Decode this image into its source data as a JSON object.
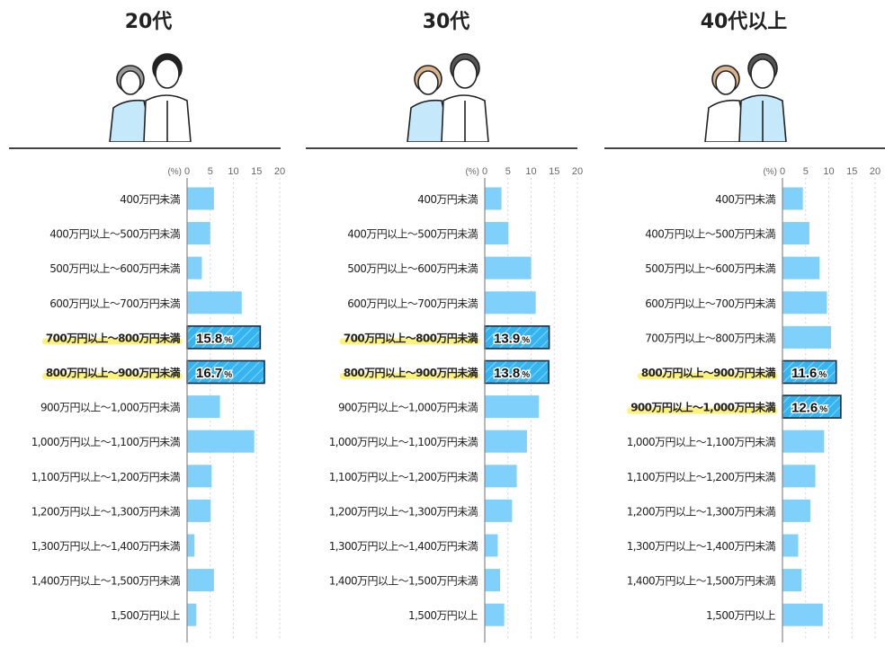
{
  "chart_data": [
    {
      "type": "bar",
      "title": "20代",
      "unit_label": "(%)",
      "xlim": [
        0,
        20
      ],
      "ticks": [
        "0",
        "5",
        "10",
        "15",
        "20"
      ],
      "grid": true,
      "categories": [
        "400万円未満",
        "400万円以上～500万円未満",
        "500万円以上～600万円未満",
        "600万円以上～700万円未満",
        "700万円以上～800万円未満",
        "800万円以上～900万円未満",
        "900万円以上～1,000万円未満",
        "1,000万円以上～1,100万円未満",
        "1,100万円以上～1,200万円未満",
        "1,200万円以上～1,300万円未満",
        "1,300万円以上～1,400万円未満",
        "1,400万円以上～1,500万円未満",
        "1,500万円以上"
      ],
      "values": [
        5.8,
        5.0,
        3.2,
        11.8,
        15.8,
        16.7,
        7.1,
        14.5,
        5.3,
        5.1,
        1.6,
        5.8,
        2.0
      ],
      "highlighted": [
        4,
        5
      ],
      "data_labels": {
        "4": "15.8",
        "5": "16.7"
      }
    },
    {
      "type": "bar",
      "title": "30代",
      "unit_label": "(%)",
      "xlim": [
        0,
        20
      ],
      "ticks": [
        "0",
        "5",
        "10",
        "15",
        "20"
      ],
      "grid": true,
      "categories": [
        "400万円未満",
        "400万円以上～500万円未満",
        "500万円以上～600万円未満",
        "600万円以上～700万円未満",
        "700万円以上～800万円未満",
        "800万円以上～900万円未満",
        "900万円以上～1,000万円未満",
        "1,000万円以上～1,100万円未満",
        "1,100万円以上～1,200万円未満",
        "1,200万円以上～1,300万円未満",
        "1,300万円以上～1,400万円未満",
        "1,400万円以上～1,500万円未満",
        "1,500万円以上"
      ],
      "values": [
        3.6,
        5.1,
        10.0,
        11.0,
        13.9,
        13.8,
        11.7,
        9.1,
        6.9,
        5.9,
        2.8,
        3.3,
        4.2
      ],
      "highlighted": [
        4,
        5
      ],
      "data_labels": {
        "4": "13.9",
        "5": "13.8"
      }
    },
    {
      "type": "bar",
      "title": "40代以上",
      "unit_label": "(%)",
      "xlim": [
        0,
        20
      ],
      "ticks": [
        "0",
        "5",
        "10",
        "15",
        "20"
      ],
      "grid": true,
      "categories": [
        "400万円未満",
        "400万円以上～500万円未満",
        "500万円以上～600万円未満",
        "600万円以上～700万円未満",
        "700万円以上～800万円未満",
        "800万円以上～900万円未満",
        "900万円以上～1,000万円未満",
        "1,000万円以上～1,100万円未満",
        "1,100万円以上～1,200万円未満",
        "1,200万円以上～1,300万円未満",
        "1,300万円以上～1,400万円未満",
        "1,400万円以上～1,500万円未満",
        "1,500万円以上"
      ],
      "values": [
        4.4,
        5.8,
        8.0,
        9.6,
        10.5,
        11.6,
        12.6,
        9.0,
        7.1,
        6.0,
        3.4,
        4.1,
        8.7
      ],
      "highlighted": [
        5,
        6
      ],
      "data_labels": {
        "5": "11.6",
        "6": "12.6"
      }
    }
  ],
  "percent_sign": "%",
  "colors": {
    "bar": "#7fd0fb",
    "highlight_bar": "#35b4f2",
    "highlight_marker": "#fff27a",
    "axis": "#888888",
    "grid": "#d6d6d6",
    "text": "#333333"
  }
}
